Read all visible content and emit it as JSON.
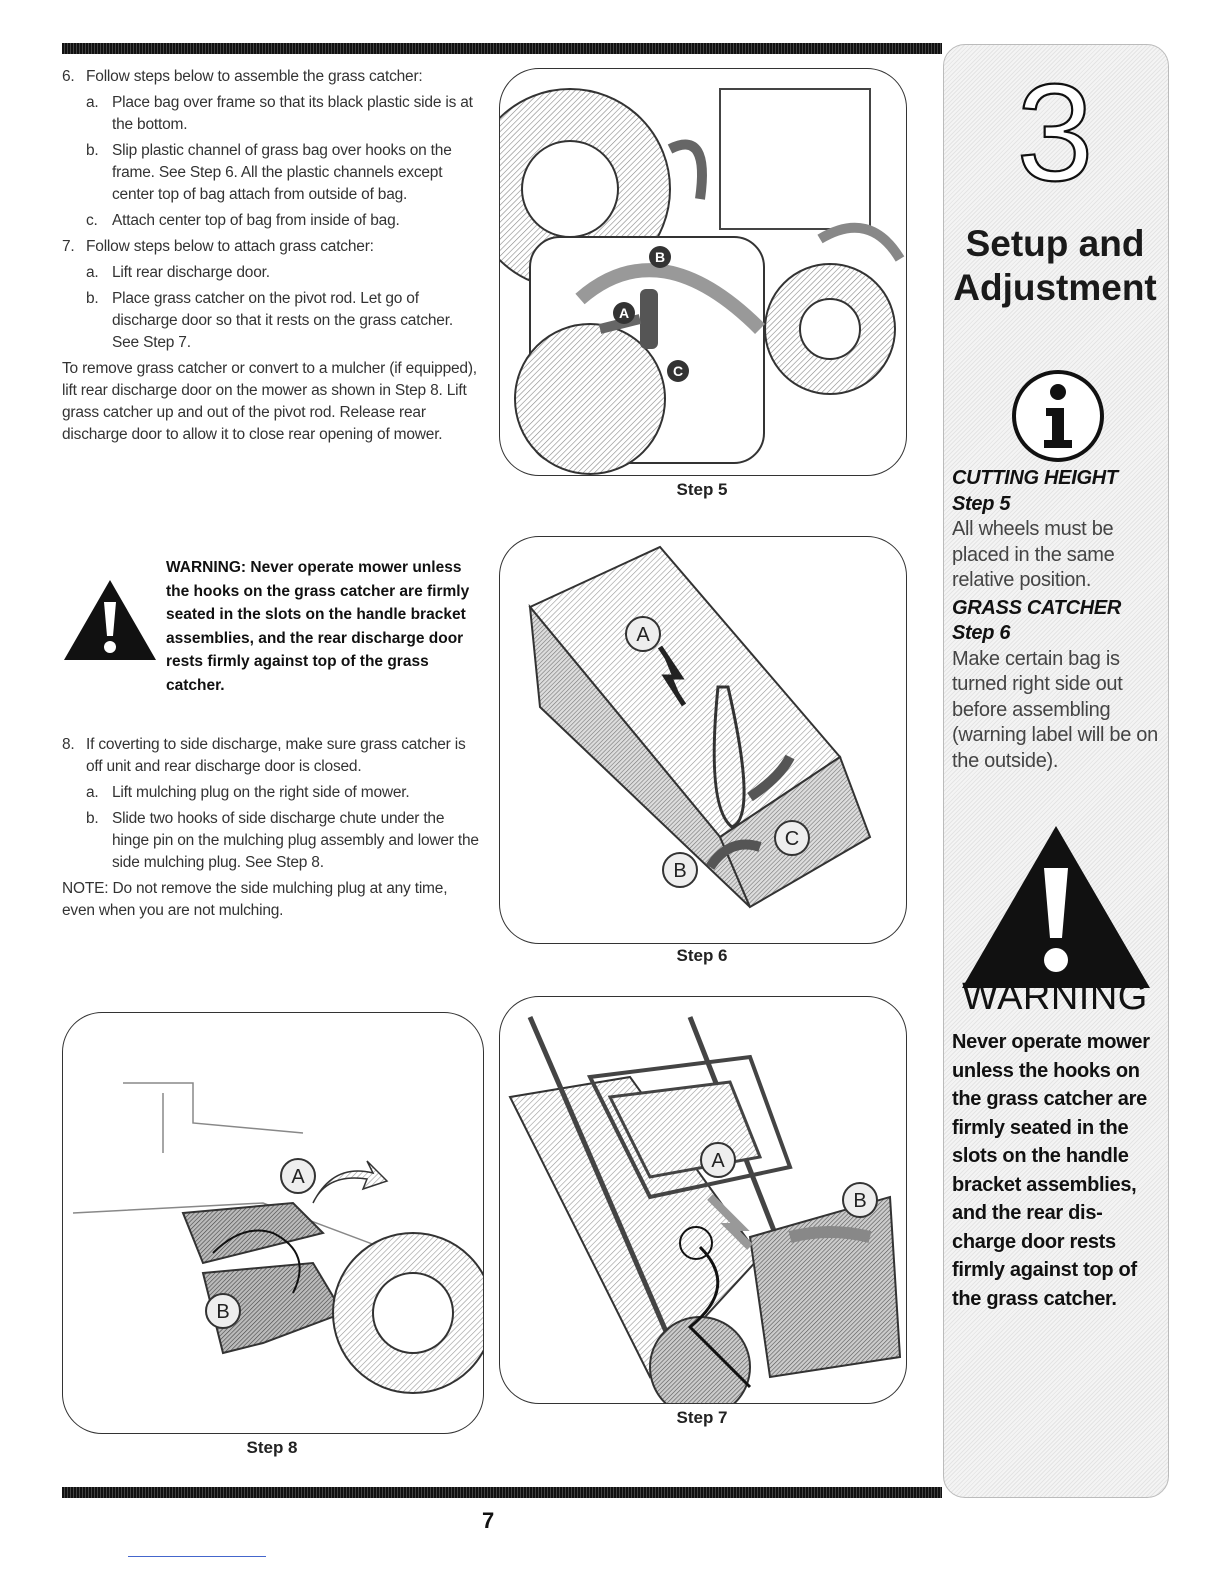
{
  "page_number": "7",
  "instructions": {
    "step6": {
      "num": "6.",
      "text": "Follow steps below to assemble the grass catcher:",
      "a": {
        "label": "a.",
        "text": "Place bag over frame so that its black plastic side is at the bottom."
      },
      "b": {
        "label": "b.",
        "text": "Slip plastic channel of grass bag over hooks on the frame. See Step 6. All the plastic channels except center top of bag attach from outside of bag."
      },
      "c": {
        "label": "c.",
        "text": "Attach center top of bag from inside of bag."
      }
    },
    "step7": {
      "num": "7.",
      "text": "Follow steps below to attach grass catcher:",
      "a": {
        "label": "a.",
        "text": "Lift rear discharge door."
      },
      "b": {
        "label": "b.",
        "text": "Place grass catcher on the pivot rod. Let go of discharge door so that it rests on the grass catcher. See Step 7."
      }
    },
    "remove_para": "To remove grass catcher or convert to a mulcher (if equipped), lift rear discharge door on the mower as shown in Step 8. Lift grass catcher up and out of the pivot rod. Release rear discharge door to allow it to close rear opening of mower.",
    "warning_text": "WARNING: Never operate mower unless the hooks on the grass catcher are firmly seated in the slots on the handle bracket assemblies, and the rear discharge door rests firmly against top of the grass catcher.",
    "step8": {
      "num": "8.",
      "text": "If coverting to side discharge, make sure grass catcher is off unit and rear discharge door is closed.",
      "a": {
        "label": "a.",
        "text": "Lift mulching plug on the right side of mower."
      },
      "b": {
        "label": "b.",
        "text": "Slide two hooks of side discharge chute under the hinge pin on the mulching plug assembly and lower the side mulching plug. See Step 8."
      }
    },
    "note": "NOTE: Do not remove the side mulching plug at any time, even when you are not mulching."
  },
  "figures": {
    "step5": {
      "caption": "Step 5",
      "labels": [
        "A",
        "B",
        "C"
      ]
    },
    "step6": {
      "caption": "Step 6",
      "labels": [
        "A",
        "B",
        "C"
      ]
    },
    "step7": {
      "caption": "Step 7",
      "labels": [
        "A",
        "B"
      ]
    },
    "step8": {
      "caption": "Step 8",
      "labels": [
        "A",
        "B"
      ]
    }
  },
  "sidebar": {
    "chapter_number": "3",
    "title_line1": "Setup and",
    "title_line2": "Adjustment",
    "cutting_height_heading": "CUTTING HEIGHT",
    "cutting_height_step": "Step 5",
    "cutting_height_text": "All wheels must be placed in the same relative position.",
    "grass_catcher_heading": "GRASS CATCHER",
    "grass_catcher_step": "Step 6",
    "grass_catcher_text": "Make certain bag is turned right side out before assembling (warning label will be on the outside).",
    "warning_title": "WARNING",
    "warning_text": "Never operate mower unless the hooks on the grass catcher are firmly seated in the slots on the handle bracket assemblies, and the rear dis-charge door rests firmly against top of the grass catcher."
  }
}
